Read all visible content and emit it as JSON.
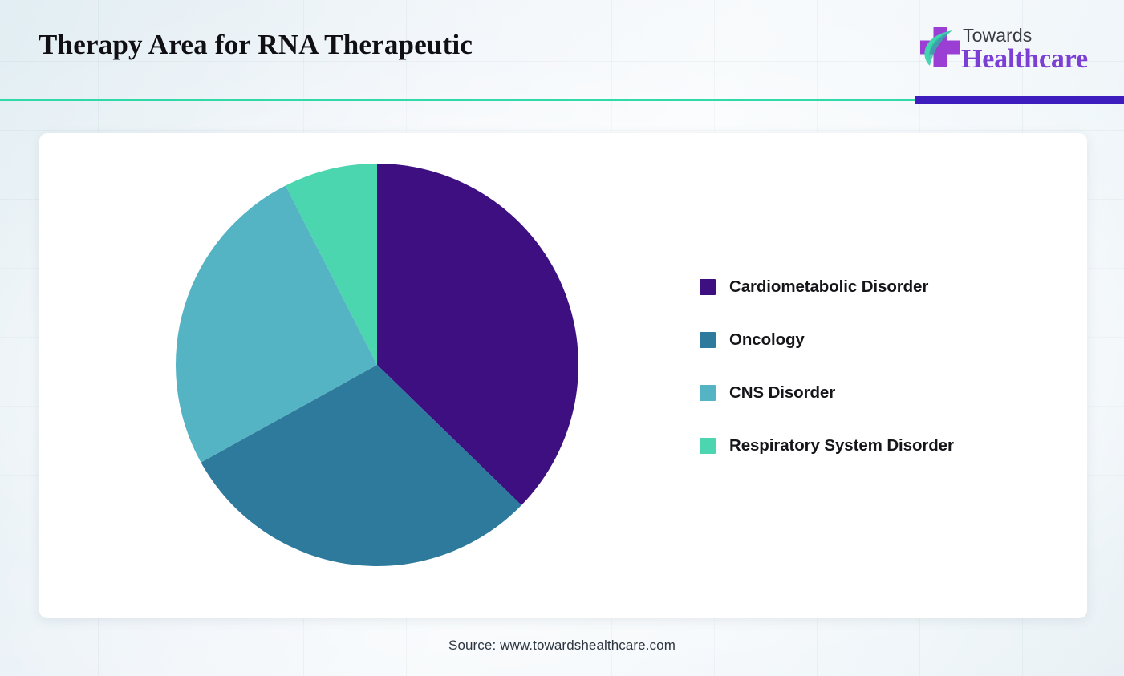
{
  "header": {
    "title": "Therapy Area for RNA Therapeutic",
    "logo": {
      "line1": "Towards",
      "line2": "Healthcare",
      "mark_icon": "medical-cross-leaf-icon",
      "cross_color": "#9b3fd4",
      "leaf_color": "#3fd6b0",
      "text1_color": "#3a3a42",
      "text2_color": "#7c3fd4"
    },
    "divider": {
      "mint_color": "#2fd9a8",
      "purple_color": "#3d1dbe"
    }
  },
  "chart_data": {
    "type": "pie",
    "title": "Therapy Area for RNA Therapeutic",
    "xlabel": "",
    "ylabel": "",
    "legend_position": "right",
    "grid": false,
    "categories": [
      "Cardiometabolic Disorder",
      "Oncology",
      "CNS Disorder",
      "Respiratory System Disorder"
    ],
    "values": [
      37.3,
      29.7,
      25.5,
      7.5
    ],
    "colors": [
      "#3d0f80",
      "#2e7a9c",
      "#55b4c4",
      "#4bd6b0"
    ],
    "start_angle_deg": 0,
    "direction": "clockwise",
    "slices": [
      {
        "label": "Cardiometabolic Disorder",
        "value": 37.3,
        "color": "#3d0f80",
        "start_deg": 0.0,
        "end_deg": 134.2
      },
      {
        "label": "Oncology",
        "value": 29.7,
        "color": "#2e7a9c",
        "start_deg": 134.2,
        "end_deg": 241.0
      },
      {
        "label": "CNS Disorder",
        "value": 25.5,
        "color": "#55b4c4",
        "start_deg": 241.0,
        "end_deg": 333.0
      },
      {
        "label": "Respiratory System Disorder",
        "value": 7.5,
        "color": "#4bd6b0",
        "start_deg": 333.0,
        "end_deg": 360.0
      }
    ]
  },
  "legend": {
    "items": [
      {
        "label": "Cardiometabolic Disorder",
        "color": "#3d0f80"
      },
      {
        "label": "Oncology",
        "color": "#2e7a9c"
      },
      {
        "label": "CNS Disorder",
        "color": "#55b4c4"
      },
      {
        "label": "Respiratory System Disorder",
        "color": "#4bd6b0"
      }
    ]
  },
  "footer": {
    "source": "Source: www.towardshealthcare.com"
  }
}
